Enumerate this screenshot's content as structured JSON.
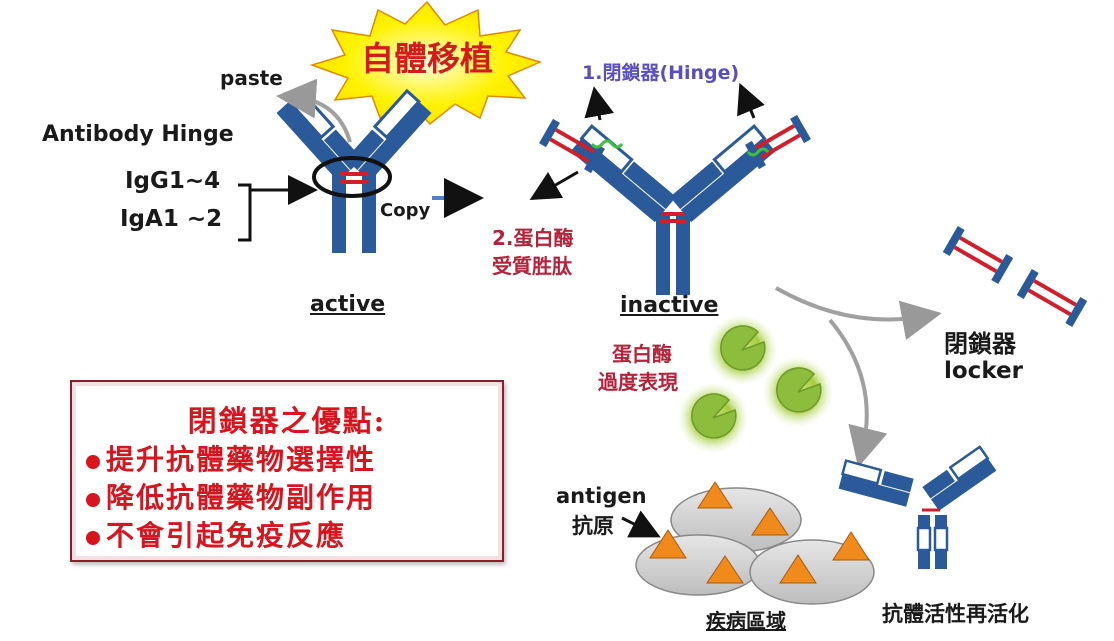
{
  "title_burst": "自體移植",
  "hinge_label": "1.閉鎖器(Hinge)",
  "protease_label_line1": "2.蛋白酶",
  "protease_label_line2": "受質胜肽",
  "paste_label": "paste",
  "antibody_hinge_label": "Antibody Hinge",
  "igg_label": "IgG1~4",
  "iga_label": "IgA1 ~2",
  "copy_label": "Copy",
  "active_label": "active",
  "inactive_label": "inactive",
  "protease_overexp_line1": "蛋白酶",
  "protease_overexp_line2": "過度表現",
  "locker_label_zh": "閉鎖器",
  "locker_label_en": "locker",
  "antigen_label_en": "antigen",
  "antigen_label_zh": "抗原",
  "disease_area_label": "疾病區域",
  "reactivated_label": "抗體活性再活化",
  "advantages": {
    "title": "閉鎖器之優點:",
    "items": [
      "提升抗體藥物選擇性",
      "降低抗體藥物副作用",
      "不會引起免疫反應"
    ]
  },
  "colors": {
    "antibody_blue": "#2a5a9a",
    "hinge_red": "#d21d2a",
    "title_red": "#d21d1d",
    "burst_yellow": "#fff200",
    "hinge_label_purple": "#5a4fbf",
    "protease_green": "#8dbd3c",
    "antigen_orange": "#f08a1d"
  }
}
